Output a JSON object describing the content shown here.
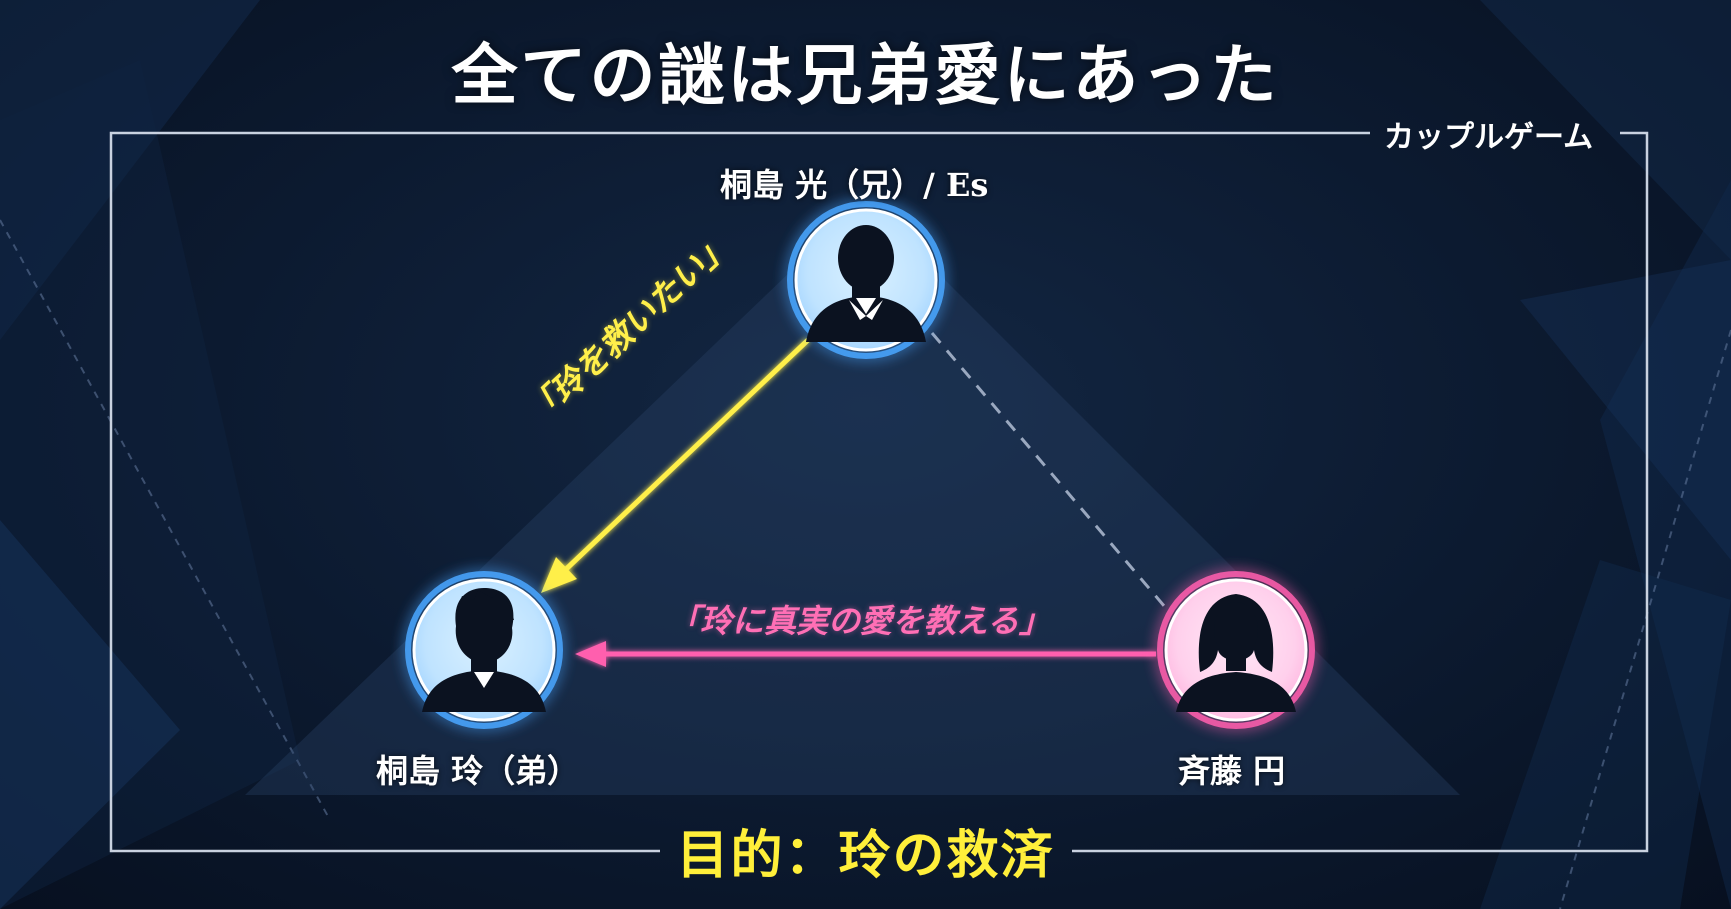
{
  "title": "全ての謎は兄弟愛にあった",
  "frame_label": "カップルゲーム",
  "nodes": {
    "hikaru": {
      "name": "桐島 光（兄）/ Es",
      "icon": "male-suit-silhouette-icon",
      "color": "#8fd0ff"
    },
    "rei": {
      "name": "桐島 玲（弟）",
      "icon": "male-silhouette-icon",
      "color": "#8fd0ff"
    },
    "madoka": {
      "name": "斉藤 円",
      "icon": "female-silhouette-icon",
      "color": "#ff8fcf"
    }
  },
  "edges": {
    "hikaru_to_rei": {
      "label": "「玲を救いたい」",
      "color": "#ffef4a",
      "style": "solid-arrow"
    },
    "madoka_to_rei": {
      "label": "「玲に真実の愛を教える」",
      "color": "#ff6fb5",
      "style": "solid-arrow"
    },
    "hikaru_madoka": {
      "label": "",
      "color": "#9aa8bf",
      "style": "dashed"
    }
  },
  "goal": "目的：玲の救済"
}
